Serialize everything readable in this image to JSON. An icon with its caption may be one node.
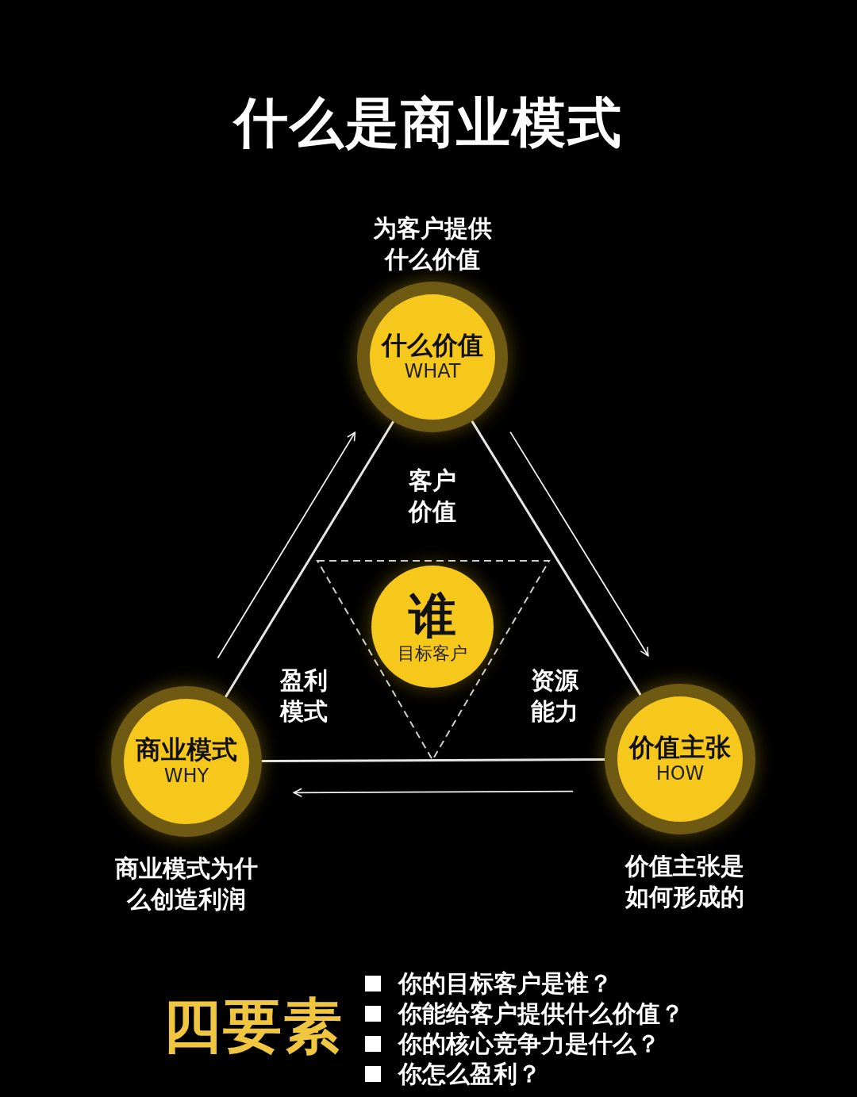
{
  "diagram": {
    "title": "什么是商业模式",
    "nodes": [
      {
        "text": [
          "什么价值",
          "WHAT"
        ],
        "beside": [
          "为客户提供什么价值"
        ]
      },
      {
        "text": [
          "商业模式",
          "WHY"
        ],
        "beside": [
          "商业模式为什么创造利润"
        ]
      },
      {
        "text": [
          "价值主张",
          "HOW"
        ],
        "beside": [
          "价值主张是如何形成的"
        ]
      },
      {
        "text": [
          "谁",
          "目标客户"
        ]
      }
    ],
    "edges": [
      {
        "from": 0,
        "to": 1,
        "arrow": "none"
      },
      {
        "from": 0,
        "to": 2,
        "arrow": "none"
      },
      {
        "from": 1,
        "to": 2,
        "arrow": "none"
      },
      {
        "from": 1,
        "to": 0,
        "arrow": "to"
      },
      {
        "from": 0,
        "to": 2,
        "arrow": "to"
      },
      {
        "from": 2,
        "to": 1,
        "arrow": "to"
      }
    ],
    "labels": [
      "客户价值",
      "盈利模式",
      "资源能力",
      "四要素",
      "你的目标客户是谁？",
      "你能给客户提供什么价值？",
      "你的核心竞争力是什么？",
      "你怎么盈利？"
    ]
  }
}
